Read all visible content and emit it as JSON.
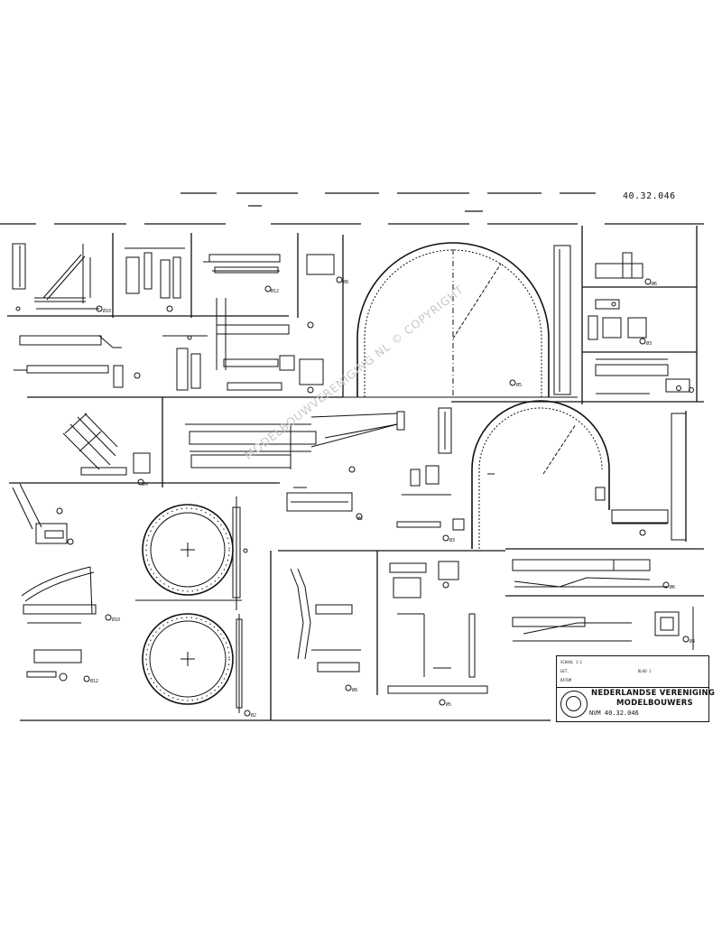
{
  "drawing": {
    "reference_number": "40.32.046",
    "watermark": "MODELBOUWVERENIGING NL © COPYRIGHT",
    "title_block": {
      "organization_line1": "NEDERLANDSE VERENIGING",
      "organization_line2": "MODELBOUWERS",
      "drawing_number": "NVM 40.32.046",
      "fields": [
        "SCHAAL 1:1",
        "GET.",
        "DATUM",
        "BLAD 1"
      ]
    },
    "detail_labels": [
      "Ø10",
      "Ø12",
      "Ø8",
      "Ø5",
      "Ø6",
      "Ø4",
      "Ø2",
      "Ø3"
    ]
  }
}
